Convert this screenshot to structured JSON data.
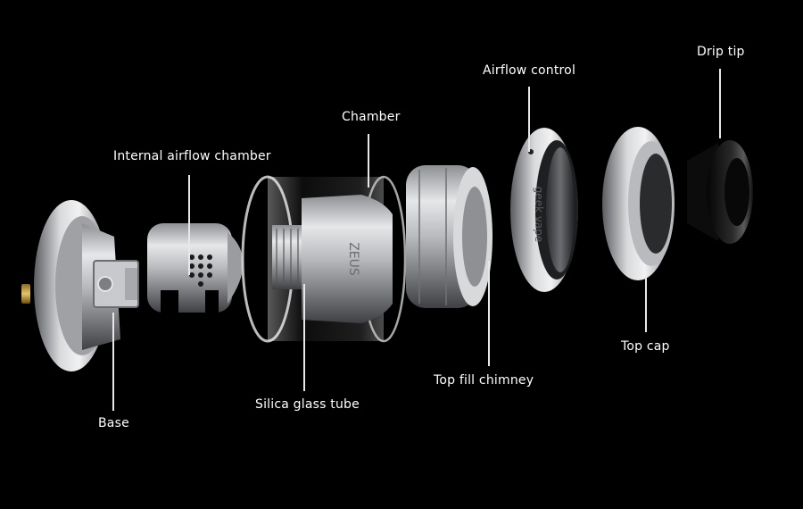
{
  "labels": {
    "base": "Base",
    "internal_airflow_chamber": "Internal airflow chamber",
    "chamber": "Chamber",
    "silica_glass_tube": "Silica glass tube",
    "top_fill_chimney": "Top fill chimney",
    "airflow_control": "Airflow control",
    "top_cap": "Top cap",
    "drip_tip": "Drip tip"
  },
  "engravings": {
    "chamber": "ZEUS",
    "airflow_ring": "geek vape"
  }
}
